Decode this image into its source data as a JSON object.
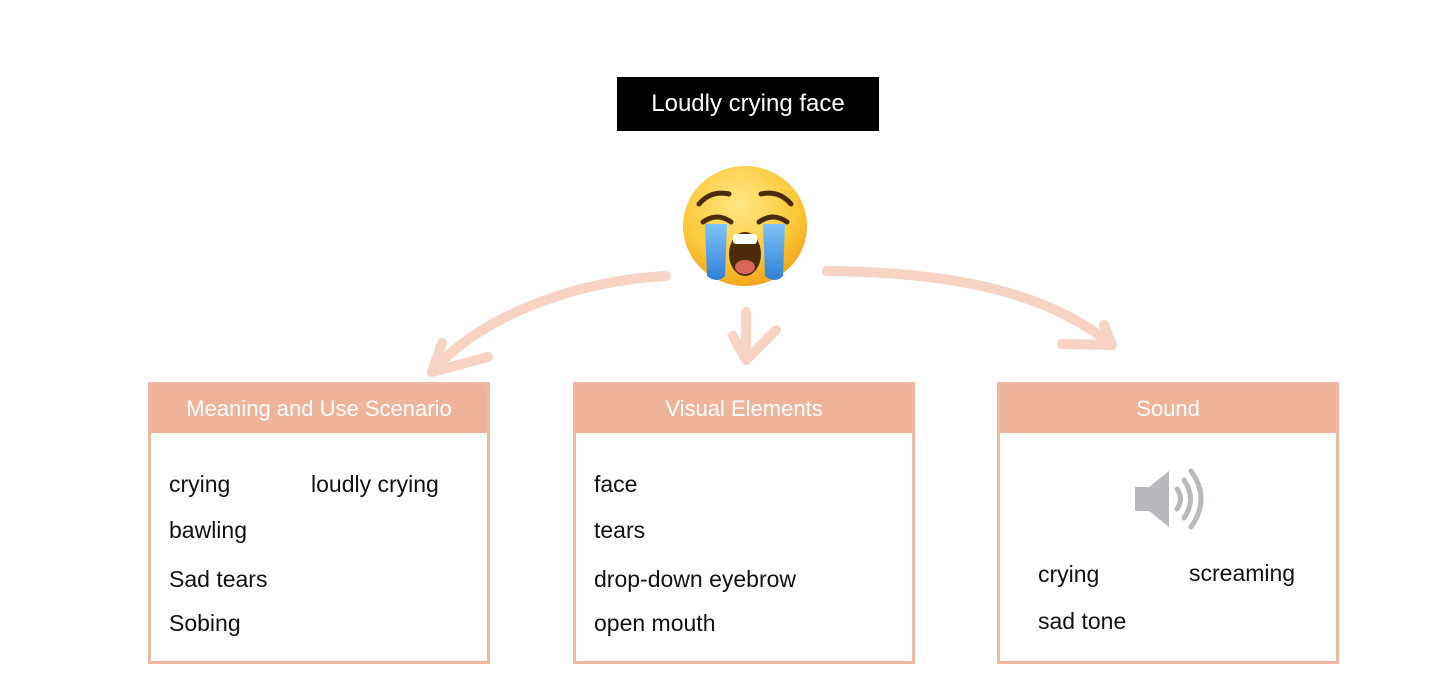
{
  "title": "Loudly crying face",
  "emoji_icon": "loudly-crying-face-icon",
  "colors": {
    "accent": "#eeb398",
    "card_border": "#f0b8a3",
    "arrow": "#f6d3c3",
    "title_bg": "#000000",
    "title_text": "#ffffff"
  },
  "cards": [
    {
      "header": "Meaning and Use Scenario",
      "items": [
        "crying",
        "loudly crying",
        "bawling",
        "Sad tears",
        "Sobing"
      ]
    },
    {
      "header": "Visual Elements",
      "items": [
        "face",
        "tears",
        "drop-down eyebrow",
        "open mouth"
      ]
    },
    {
      "header": "Sound",
      "icon": "speaker-icon",
      "items": [
        "crying",
        "screaming",
        "sad tone"
      ]
    }
  ]
}
